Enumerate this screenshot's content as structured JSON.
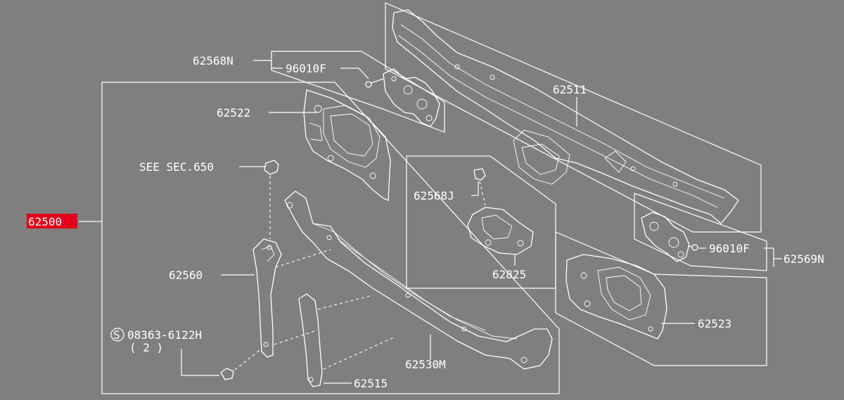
{
  "colors": {
    "background": "#7f7f7f",
    "lines": "#ffffff",
    "highlight": "#e2001a"
  },
  "labels": {
    "assembly": "62500",
    "clip_left": "62568N",
    "bolt_left": "96010F",
    "side_panel_left": "62522",
    "see_section": "SEE SEC.650",
    "brace": "62560",
    "screw": "08363-6122H",
    "screw_marker": "S",
    "screw_qty": "( 2 )",
    "lower_member": "62530M",
    "stay": "62515",
    "upper_member": "62511",
    "clip_center": "62568J",
    "bracket": "62825",
    "bolt_right": "96010F",
    "clip_right": "62569N",
    "side_panel_right": "62523"
  }
}
